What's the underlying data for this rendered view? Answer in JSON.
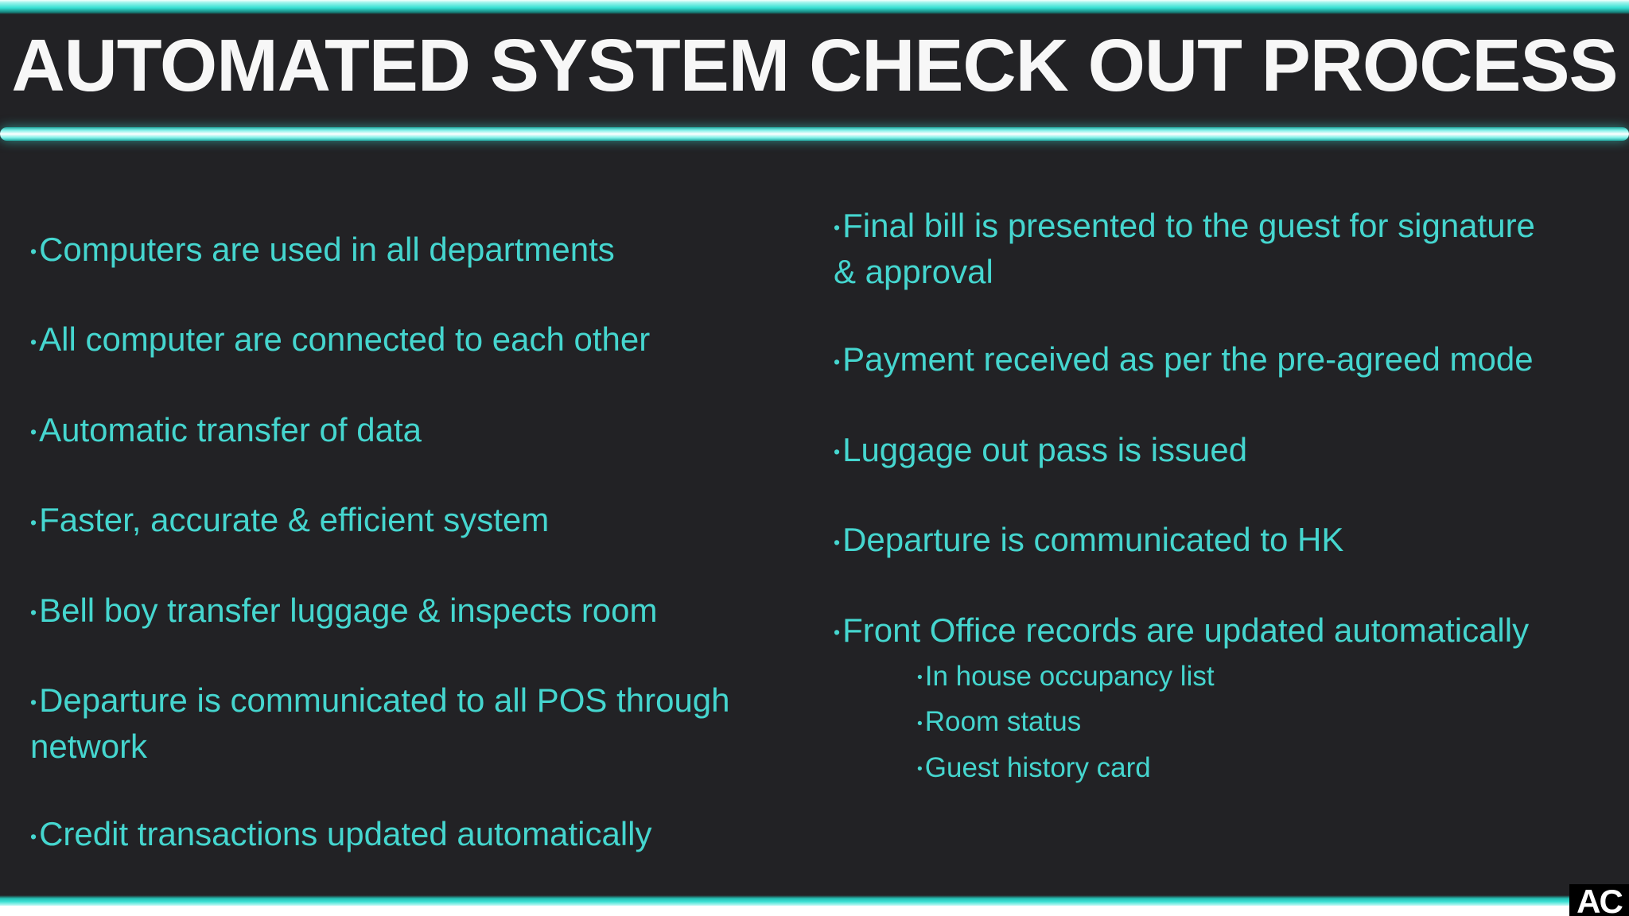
{
  "slide": {
    "title": "AUTOMATED SYSTEM CHECK OUT PROCESS",
    "bullet_glyph": "•",
    "watermark": "AC",
    "colors": {
      "background": "#222225",
      "accent_teal": "#3adfd3",
      "body_text": "#45d6cf",
      "title_text": "#f7f7f7",
      "watermark_bg": "#000000",
      "watermark_text": "#ffffff"
    },
    "left_column": {
      "items": [
        {
          "text": "Computers are used in all departments"
        },
        {
          "text": "All computer are connected to each other"
        },
        {
          "text": "Automatic transfer of data"
        },
        {
          "text": "Faster, accurate & efficient system"
        },
        {
          "text": "Bell boy transfer luggage & inspects room"
        },
        {
          "text": "Departure is communicated to all POS through network"
        },
        {
          "text": "Credit transactions updated automatically"
        }
      ]
    },
    "right_column": {
      "items": [
        {
          "text": "Final bill is presented to the guest for signature & approval"
        },
        {
          "text": "Payment received as per the pre-agreed mode"
        },
        {
          "text": "Luggage out pass is issued"
        },
        {
          "text": "Departure is communicated to HK"
        },
        {
          "text": "Front Office records are updated automatically"
        }
      ],
      "sub_items": [
        {
          "text": "In house occupancy list"
        },
        {
          "text": "Room status"
        },
        {
          "text": "Guest history card"
        }
      ]
    }
  }
}
